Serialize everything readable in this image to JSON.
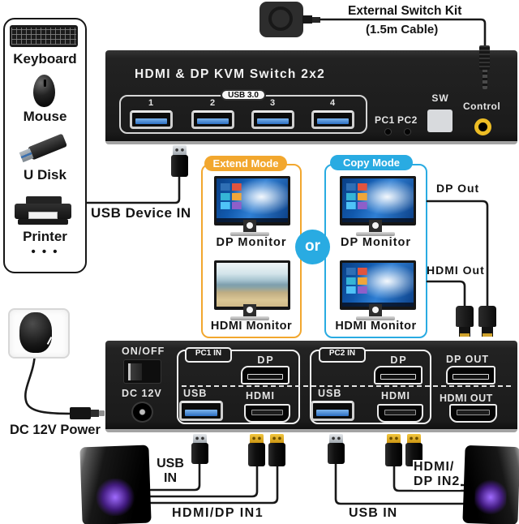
{
  "peripherals": {
    "items": [
      {
        "label": "Keyboard"
      },
      {
        "label": "Mouse"
      },
      {
        "label": "U Disk"
      },
      {
        "label": "Printer"
      }
    ],
    "more_dots": "• • •"
  },
  "external_switch_kit": {
    "title": "External Switch Kit",
    "cable_note": "(1.5m Cable)"
  },
  "front_panel": {
    "title": "HDMI & DP KVM Switch 2x2",
    "usb_group_label": "USB 3.0",
    "usb_ports": [
      "1",
      "2",
      "3",
      "4"
    ],
    "pc1_led_label": "PC1",
    "pc2_led_label": "PC2",
    "switch_button_label": "SW",
    "control_jack_label": "Control"
  },
  "usb_device_in_label": "USB Device IN",
  "display_modes": {
    "extend": {
      "title": "Extend Mode",
      "monitor1": "DP Monitor",
      "monitor2": "HDMI Monitor"
    },
    "separator": "or",
    "copy": {
      "title": "Copy Mode",
      "monitor1": "DP Monitor",
      "monitor2": "HDMI Monitor"
    }
  },
  "outputs": {
    "dp": "DP Out",
    "hdmi": "HDMI Out"
  },
  "back_panel": {
    "power_switch_label": "ON/OFF",
    "dc_jack_label": "DC 12V",
    "pc1": {
      "title": "PC1 IN",
      "dp_label": "DP",
      "usb_label": "USB",
      "hdmi_label": "HDMI"
    },
    "pc2": {
      "title": "PC2 IN",
      "dp_label": "DP",
      "usb_label": "USB",
      "hdmi_label": "HDMI"
    },
    "dp_out_label": "DP OUT",
    "hdmi_out_label": "HDMI OUT"
  },
  "power_adapter_label": "DC 12V Power",
  "computers": {
    "left_usb_line1": "USB",
    "left_usb_line2": "IN",
    "left_video_label": "HDMI/DP IN1",
    "right_video_line1": "HDMI/",
    "right_video_line2": "DP IN2",
    "right_usb_label": "USB IN"
  },
  "colors": {
    "extend_accent": "#F2A72E",
    "copy_accent": "#29ABE2",
    "or_badge": "#29ABE2",
    "control_ring": "#EDBD25",
    "usb_port_blue": "#2D6FC2"
  }
}
